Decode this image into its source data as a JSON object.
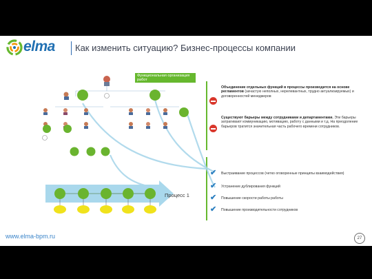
{
  "header": {
    "title": "Как изменить ситуацию? Бизнес-процессы компании"
  },
  "logo": {
    "word": "elma"
  },
  "org_chart": {
    "label": "Функциональная организация работ"
  },
  "problems": [
    {
      "heading": "Объединение отдельных функций в процессы производится на основе регламентов",
      "body": "(зачастую неполных, нерелевантных, трудно актуализируемых) и договоренностей менеджеров"
    },
    {
      "heading": "Существуют барьеры между сотрудниками и департаментами.",
      "body": "Эти барьеры затрагивают коммуникацию, мотивацию, работу с данными и т.д. На преодоление барьеров тратится значительная часть рабочего времени сотрудников."
    }
  ],
  "benefits": [
    "Выстраивание процессов (четко оговоренные принципы взаимодействия)",
    "Устранение дублирования функций",
    "Повышение скорости работы работы",
    "Повышение производительности сотрудников"
  ],
  "process": {
    "label": "Процесс 1"
  },
  "footer": {
    "url": "www.elma-bpm.ru",
    "page": "27"
  },
  "colors": {
    "brand_blue": "#1f6fb2",
    "green": "#6ab42f",
    "yellow": "#f0e21c",
    "red": "#d9362b",
    "check_blue": "#2b7fc0"
  }
}
